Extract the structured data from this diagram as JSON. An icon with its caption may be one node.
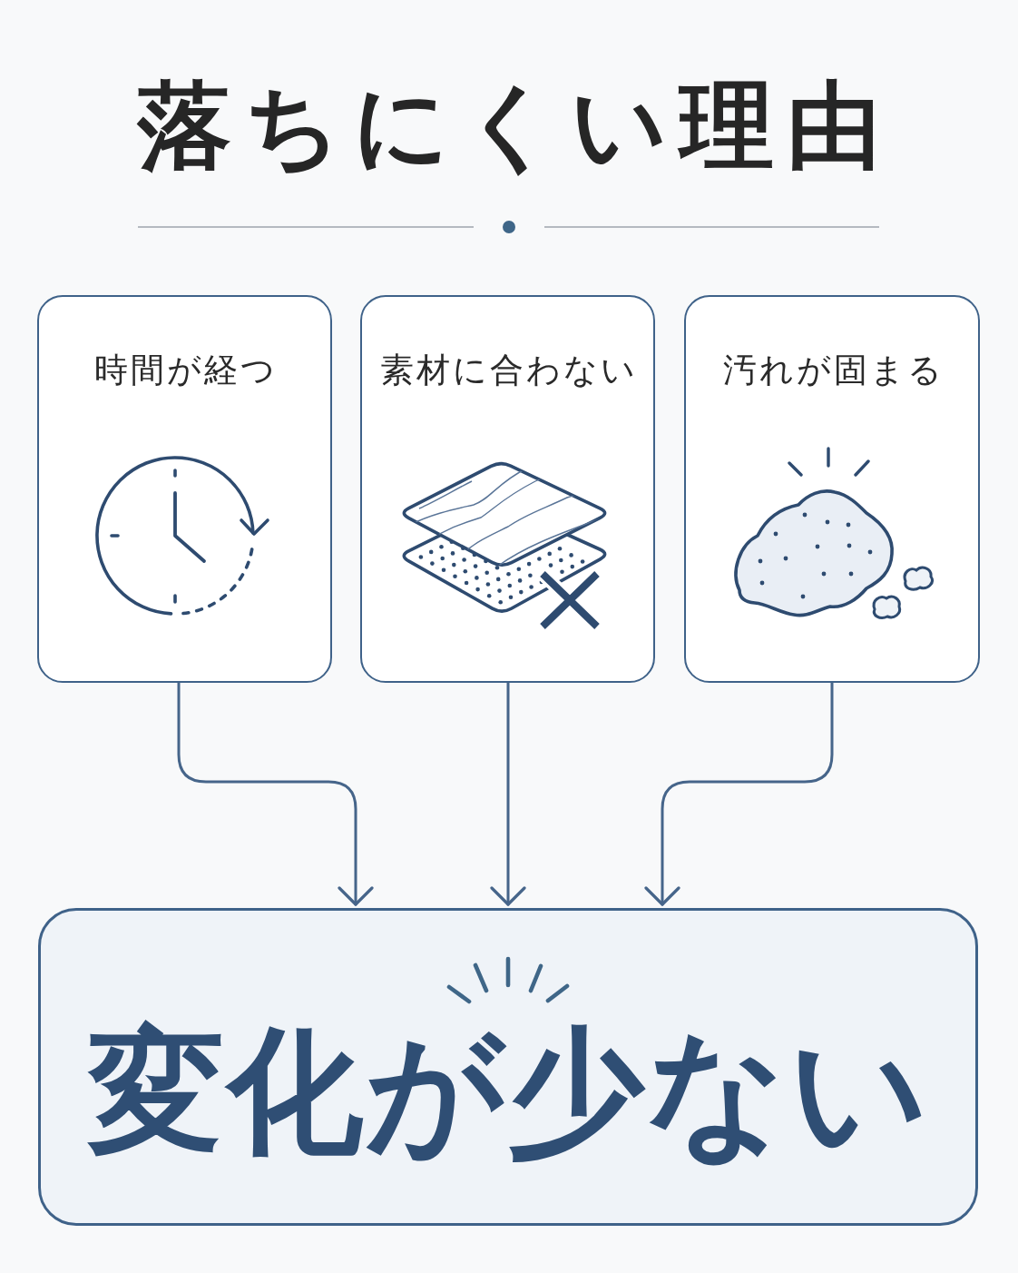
{
  "diagram": {
    "title": "落ちにくい理由",
    "nodes": [
      {
        "text": [
          "時間が経つ"
        ]
      },
      {
        "text": [
          "素材に合わない"
        ]
      },
      {
        "text": [
          "汚れが固まる"
        ]
      },
      {
        "text": [
          "変化が少ない"
        ]
      }
    ],
    "edges": [
      {
        "from": 0,
        "to": 3,
        "arrow": "to"
      },
      {
        "from": 1,
        "to": 3,
        "arrow": "to"
      },
      {
        "from": 2,
        "to": 3,
        "arrow": "to"
      }
    ]
  }
}
